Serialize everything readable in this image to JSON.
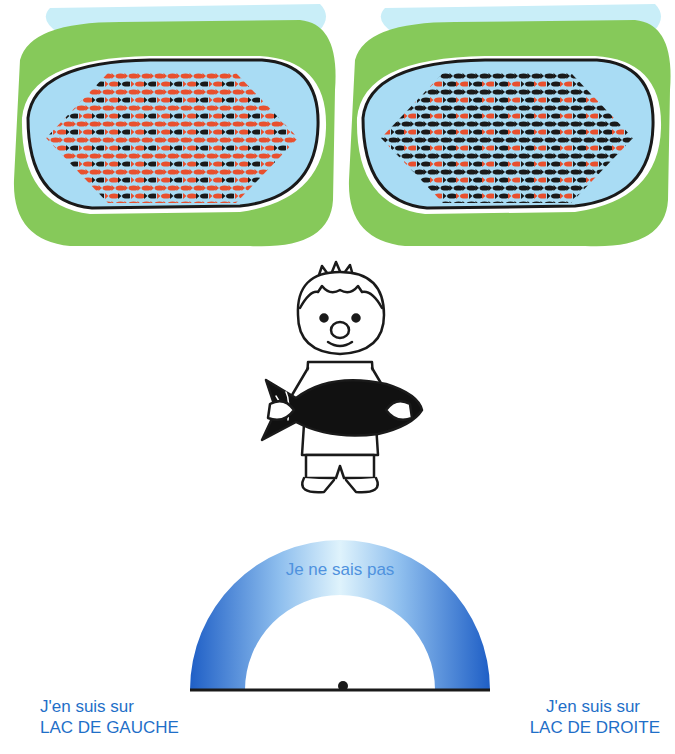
{
  "diagram": {
    "labels": [
      "Je ne sais pas",
      "J'en suis sur",
      "LAC DE GAUCHE",
      "J'en suis sur",
      "LAC DE DROITE"
    ]
  }
}
